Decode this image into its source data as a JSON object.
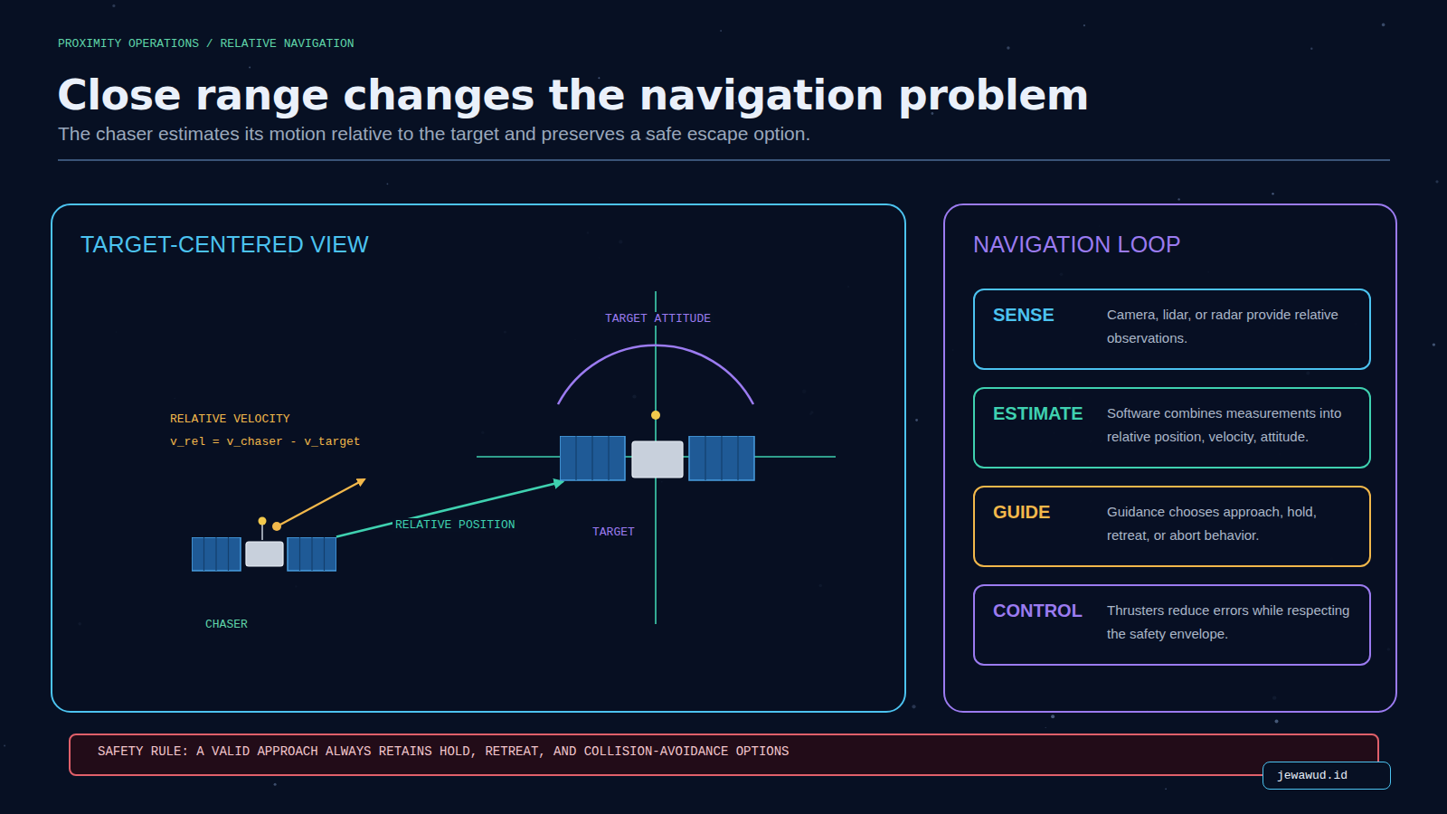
{
  "diagram": {
    "title": "Close range changes the navigation problem",
    "caption": "The chaser estimates its motion relative to the target and preserves a safe escape option.",
    "nodes": [
      {
        "text": [
          "TARGET-CENTERED VIEW"
        ]
      },
      {
        "text": [
          "CHASER"
        ],
        "in": 0
      },
      {
        "text": [
          "TARGET"
        ],
        "in": 0
      },
      {
        "text": [
          "NAVIGATION LOOP"
        ]
      },
      {
        "text": [
          "SENSE",
          "Camera, lidar, or radar provide relative observations."
        ],
        "in": 3
      },
      {
        "text": [
          "ESTIMATE",
          "Software combines measurements into relative position, velocity, attitude."
        ],
        "in": 3
      },
      {
        "text": [
          "GUIDE",
          "Guidance chooses approach, hold, retreat, or abort behavior."
        ],
        "in": 3
      },
      {
        "text": [
          "CONTROL",
          "Thrusters reduce errors while respecting the safety envelope."
        ],
        "in": 3
      },
      {
        "text": [
          "SAFETY RULE: A VALID APPROACH ALWAYS RETAINS HOLD, RETREAT, AND COLLISION-AVOIDANCE OPTIONS"
        ]
      },
      {
        "text": [
          "jewawud.id"
        ]
      }
    ],
    "edges": [
      {
        "from": 1,
        "to": 2,
        "arrow": "to",
        "label": "RELATIVE POSITION"
      }
    ],
    "labels": [
      "PROXIMITY OPERATIONS / RELATIVE NAVIGATION",
      "TARGET ATTITUDE",
      "RELATIVE VELOCITY",
      "v_rel = v_chaser - v_target"
    ]
  }
}
